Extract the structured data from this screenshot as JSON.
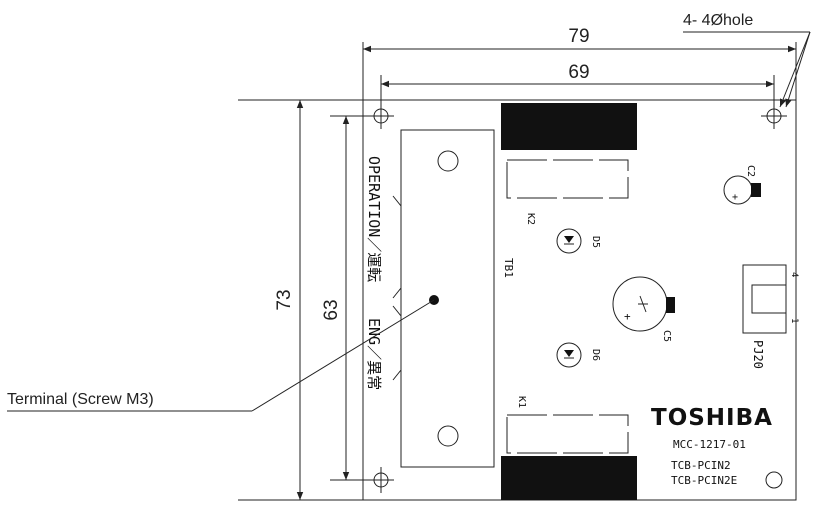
{
  "dimensions": {
    "width_overall": "79",
    "width_holes": "69",
    "height_overall": "73",
    "height_holes": "63"
  },
  "callouts": {
    "holes": "4- 4Øhole",
    "terminal": "Terminal (Screw M3)"
  },
  "silkscreen": {
    "operation": "OPERATION／運転",
    "eng": "ENG／異常",
    "tb1": "TB1",
    "k1": "K1",
    "k2": "K2",
    "d5": "D5",
    "d6": "D6",
    "c2": "C2",
    "c5": "C5",
    "pj20": "PJ20",
    "pin_4": "4",
    "pin_1": "1",
    "brand": "TOSHIBA",
    "board_code": "MCC-1217-01",
    "model_1": "TCB-PCIN2",
    "model_2": "TCB-PCIN2E"
  }
}
